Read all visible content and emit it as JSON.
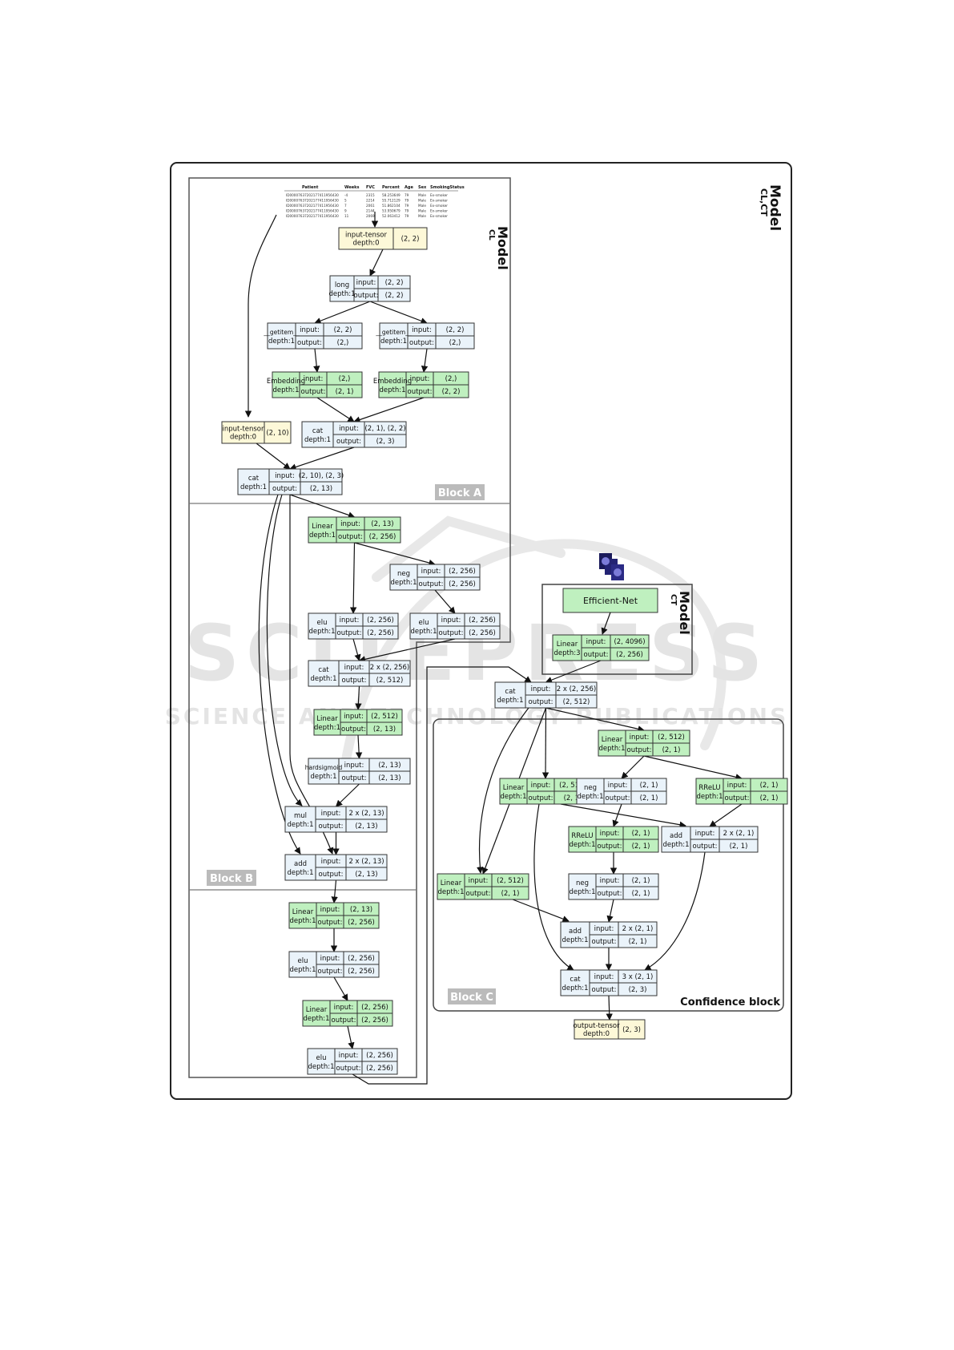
{
  "titles": {
    "outer_model": "Model",
    "outer_model_sub": "CL,CT",
    "model_cl": "Model",
    "model_cl_sub": "CL",
    "model_ct": "Model",
    "model_ct_sub": "CT",
    "block_a": "Block A",
    "block_b": "Block B",
    "block_c": "Block C",
    "confidence_block": "Confidence block"
  },
  "watermark": {
    "line1": "SCITEPRESS",
    "line2": "SCIENCE AND TECHNOLOGY PUBLICATIONS"
  },
  "colors": {
    "input_tensor": "#fdf8d8",
    "plain_op": "#eaf3fa",
    "trainable_op": "#bff0bf",
    "stroke": "#333333",
    "block_label_bg": "#bbbbbb"
  },
  "data_table": {
    "headers": [
      "Patient",
      "Weeks",
      "FVC",
      "Percent",
      "Age",
      "Sex",
      "SmokingStatus"
    ],
    "rows": [
      [
        "ID00007637202177411956430",
        "-4",
        "2315",
        "58.253649",
        "79",
        "Male",
        "Ex-smoker"
      ],
      [
        "ID00007637202177411956430",
        "5",
        "2214",
        "55.712129",
        "79",
        "Male",
        "Ex-smoker"
      ],
      [
        "ID00007637202177411956430",
        "7",
        "2061",
        "51.862104",
        "79",
        "Male",
        "Ex-smoker"
      ],
      [
        "ID00007637202177411956430",
        "9",
        "2144",
        "53.950679",
        "79",
        "Male",
        "Ex-smoker"
      ],
      [
        "ID00007637202177411956430",
        "11",
        "2069",
        "52.063412",
        "79",
        "Male",
        "Ex-smoker"
      ]
    ]
  },
  "efficient_net_label": "Efficient-Net",
  "nodes": [
    {
      "id": "in0",
      "kind": "tensor",
      "name": [
        "input-tensor",
        "depth:0"
      ],
      "value": "(2, 2)"
    },
    {
      "id": "long",
      "kind": "op",
      "name": [
        "long",
        "depth:1"
      ],
      "input": "(2, 2)",
      "output": "(2, 2)"
    },
    {
      "id": "gi1",
      "kind": "op",
      "name": [
        "__getitem__",
        "depth:1"
      ],
      "input": "(2, 2)",
      "output": "(2,)"
    },
    {
      "id": "gi2",
      "kind": "op",
      "name": [
        "__getitem__",
        "depth:1"
      ],
      "input": "(2, 2)",
      "output": "(2,)"
    },
    {
      "id": "emb1",
      "kind": "train",
      "name": [
        "Embedding",
        "depth:1"
      ],
      "input": "(2,)",
      "output": "(2, 1)"
    },
    {
      "id": "emb2",
      "kind": "train",
      "name": [
        "Embedding",
        "depth:1"
      ],
      "input": "(2,)",
      "output": "(2, 2)"
    },
    {
      "id": "in1",
      "kind": "tensor",
      "name": [
        "input-tensor",
        "depth:0"
      ],
      "value": "(2, 10)"
    },
    {
      "id": "cat1",
      "kind": "op",
      "name": [
        "cat",
        "depth:1"
      ],
      "input": "(2, 1), (2, 2)",
      "output": "(2, 3)"
    },
    {
      "id": "cat2",
      "kind": "op",
      "name": [
        "cat",
        "depth:1"
      ],
      "input": "(2, 10), (2, 3)",
      "output": "(2, 13)"
    },
    {
      "id": "linB1",
      "kind": "train",
      "name": [
        "Linear",
        "depth:1"
      ],
      "input": "(2, 13)",
      "output": "(2, 256)"
    },
    {
      "id": "negB",
      "kind": "op",
      "name": [
        "neg",
        "depth:1"
      ],
      "input": "(2, 256)",
      "output": "(2, 256)"
    },
    {
      "id": "eluB1",
      "kind": "op",
      "name": [
        "elu",
        "depth:1"
      ],
      "input": "(2, 256)",
      "output": "(2, 256)"
    },
    {
      "id": "eluB2",
      "kind": "op",
      "name": [
        "elu",
        "depth:1"
      ],
      "input": "(2, 256)",
      "output": "(2, 256)"
    },
    {
      "id": "catB",
      "kind": "op",
      "name": [
        "cat",
        "depth:1"
      ],
      "input": "2 x (2, 256)",
      "output": "(2, 512)"
    },
    {
      "id": "linB2",
      "kind": "train",
      "name": [
        "Linear",
        "depth:1"
      ],
      "input": "(2, 512)",
      "output": "(2, 13)"
    },
    {
      "id": "hsig",
      "kind": "op",
      "name": [
        "hardsigmoid",
        "depth:1"
      ],
      "input": "(2, 13)",
      "output": "(2, 13)"
    },
    {
      "id": "mul",
      "kind": "op",
      "name": [
        "mul",
        "depth:1"
      ],
      "input": "2 x (2, 13)",
      "output": "(2, 13)"
    },
    {
      "id": "addB",
      "kind": "op",
      "name": [
        "add",
        "depth:1"
      ],
      "input": "2 x (2, 13)",
      "output": "(2, 13)"
    },
    {
      "id": "linD1",
      "kind": "train",
      "name": [
        "Linear",
        "depth:1"
      ],
      "input": "(2, 13)",
      "output": "(2, 256)"
    },
    {
      "id": "eluD1",
      "kind": "op",
      "name": [
        "elu",
        "depth:1"
      ],
      "input": "(2, 256)",
      "output": "(2, 256)"
    },
    {
      "id": "linD2",
      "kind": "train",
      "name": [
        "Linear",
        "depth:1"
      ],
      "input": "(2, 256)",
      "output": "(2, 256)"
    },
    {
      "id": "eluD2",
      "kind": "op",
      "name": [
        "elu",
        "depth:1"
      ],
      "input": "(2, 256)",
      "output": "(2, 256)"
    },
    {
      "id": "linCT",
      "kind": "train",
      "name": [
        "Linear",
        "depth:3"
      ],
      "input": "(2, 4096)",
      "output": "(2, 256)"
    },
    {
      "id": "catC0",
      "kind": "op",
      "name": [
        "cat",
        "depth:1"
      ],
      "input": "2 x (2, 256)",
      "output": "(2, 512)"
    },
    {
      "id": "linC1",
      "kind": "train",
      "name": [
        "Linear",
        "depth:1"
      ],
      "input": "(2, 512)",
      "output": "(2, 1)"
    },
    {
      "id": "linC2",
      "kind": "train",
      "name": [
        "Linear",
        "depth:1"
      ],
      "input": "(2, 512)",
      "output": "(2, 1)"
    },
    {
      "id": "negC1",
      "kind": "op",
      "name": [
        "neg",
        "depth:1"
      ],
      "input": "(2, 1)",
      "output": "(2, 1)"
    },
    {
      "id": "rreluC1",
      "kind": "train",
      "name": [
        "RReLU",
        "depth:1"
      ],
      "input": "(2, 1)",
      "output": "(2, 1)"
    },
    {
      "id": "addC1",
      "kind": "op",
      "name": [
        "add",
        "depth:1"
      ],
      "input": "2 x (2, 1)",
      "output": "(2, 1)"
    },
    {
      "id": "rreluC2",
      "kind": "train",
      "name": [
        "RReLU",
        "depth:1"
      ],
      "input": "(2, 1)",
      "output": "(2, 1)"
    },
    {
      "id": "negC2",
      "kind": "op",
      "name": [
        "neg",
        "depth:1"
      ],
      "input": "(2, 1)",
      "output": "(2, 1)"
    },
    {
      "id": "linC3",
      "kind": "train",
      "name": [
        "Linear",
        "depth:1"
      ],
      "input": "(2, 512)",
      "output": "(2, 1)"
    },
    {
      "id": "addC2",
      "kind": "op",
      "name": [
        "add",
        "depth:1"
      ],
      "input": "2 x (2, 1)",
      "output": "(2, 1)"
    },
    {
      "id": "catC",
      "kind": "op",
      "name": [
        "cat",
        "depth:1"
      ],
      "input": "3 x (2, 1)",
      "output": "(2, 3)"
    },
    {
      "id": "out",
      "kind": "tensor",
      "name": [
        "output-tensor",
        "depth:0"
      ],
      "value": "(2, 3)"
    }
  ],
  "labels": {
    "input": "input:",
    "output": "output:"
  }
}
